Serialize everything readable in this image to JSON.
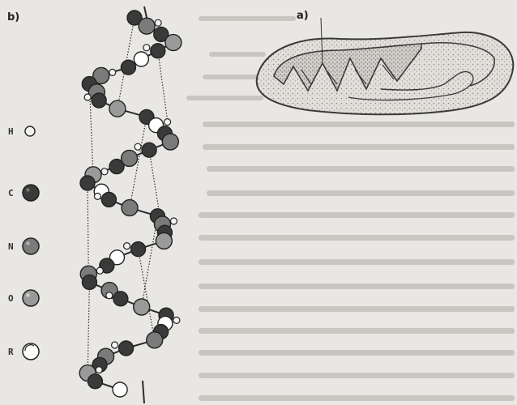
{
  "labels": {
    "panel_b": "b)",
    "panel_a": "a)"
  },
  "legend": [
    {
      "letter": "H",
      "atom": "hydrogen"
    },
    {
      "letter": "C",
      "atom": "carbon"
    },
    {
      "letter": "N",
      "atom": "nitrogen"
    },
    {
      "letter": "O",
      "atom": "oxygen"
    },
    {
      "letter": "R",
      "atom": "side chain"
    }
  ],
  "colors": {
    "background": "#e9e7e4",
    "H": "#f4f3f1",
    "C": "#3a3a3a",
    "N": "#7b7b7b",
    "O": "#9a9a9a",
    "R": "#ffffff",
    "ink": "#2b2b2b"
  }
}
